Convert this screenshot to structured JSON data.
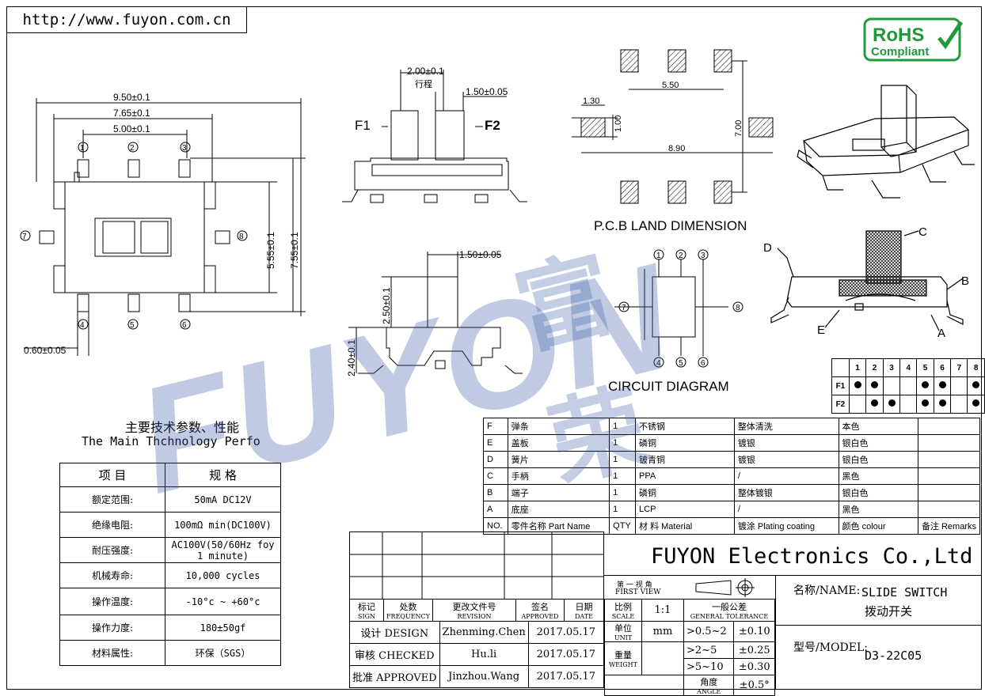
{
  "header": {
    "url": "http://www.fuyon.com.cn"
  },
  "watermark": {
    "text": "FUYON",
    "cn": "富荣",
    "color": "#3d5ea8"
  },
  "rohs": {
    "line1": "RoHS",
    "line2": "Compliant",
    "color": "#1f9a3a"
  },
  "front_view": {
    "dims": [
      "9.50±0.1",
      "7.65±0.1",
      "5.00±0.1",
      "5.55±0.1",
      "7.55±0.1",
      "0.60±0.05"
    ],
    "pins_top": [
      "1",
      "2",
      "3"
    ],
    "pins_bottom": [
      "4",
      "5",
      "6"
    ],
    "pin_left": "7",
    "pin_right": "8"
  },
  "side_view": {
    "dims": [
      "2.00±0.1",
      "行程",
      "1.50±0.05",
      "F1",
      "F2"
    ]
  },
  "end_view": {
    "dims": [
      "1.50±0.05",
      "2.50±0.1",
      "2.40±0.1"
    ]
  },
  "pcb": {
    "dims": [
      "5.50",
      "1.30",
      "1.00",
      "7.00",
      "8.90"
    ],
    "label": "P.C.B LAND DIMENSION"
  },
  "circuit": {
    "label": "CIRCUIT DIAGRAM",
    "pins_top": [
      "1",
      "2",
      "3"
    ],
    "pins_bottom": [
      "4",
      "5",
      "6"
    ],
    "pin_left": "7",
    "pin_right": "8"
  },
  "iso": {
    "labels": [
      "D",
      "C",
      "B",
      "E",
      "A"
    ]
  },
  "function_table": {
    "cols": [
      "1",
      "2",
      "3",
      "4",
      "5",
      "6",
      "7",
      "8"
    ],
    "rows": [
      {
        "label": "F1",
        "dots": [
          1,
          1,
          0,
          0,
          1,
          1,
          0,
          1
        ]
      },
      {
        "label": "F2",
        "dots": [
          0,
          1,
          1,
          0,
          1,
          1,
          0,
          1
        ]
      }
    ]
  },
  "spec": {
    "title_cn": "主要技术参数、性能",
    "title_en": "The Main Thchnology Perfo",
    "head": [
      "项    目",
      "规    格"
    ],
    "rows": [
      [
        "额定范围:",
        "50mA DC12V"
      ],
      [
        "绝缘电阻:",
        "100mΩ min(DC100V)"
      ],
      [
        "耐压强度:",
        "AC100V(50/60Hz foy 1 minute)"
      ],
      [
        "机械寿命:",
        "10,000 cycles"
      ],
      [
        "操作温度:",
        "-10°c ~ +60°c"
      ],
      [
        "操作力度:",
        "180±50gf"
      ],
      [
        "材料属性:",
        "环保（SGS）"
      ]
    ]
  },
  "bom": {
    "rows": [
      [
        "F",
        "弹条",
        "1",
        "不锈钢",
        "整体清洗",
        "本色",
        ""
      ],
      [
        "E",
        "盖板",
        "1",
        "磷铜",
        "镀银",
        "银白色",
        ""
      ],
      [
        "D",
        "簧片",
        "1",
        "铍青铜",
        "镀银",
        "银白色",
        ""
      ],
      [
        "C",
        "手柄",
        "1",
        "PPA",
        "/",
        "黑色",
        ""
      ],
      [
        "B",
        "端子",
        "1",
        "磷铜",
        "整体镀银",
        "银白色",
        ""
      ],
      [
        "A",
        "底座",
        "1",
        "LCP",
        "/",
        "黑色",
        ""
      ]
    ],
    "head": [
      "NO.",
      "零件名称 Part Name",
      "QTY",
      "材  料  Material",
      "镀涂  Plating coating",
      "颜色  colour",
      "备注  Remarks"
    ]
  },
  "title_block": {
    "company": "FUYON Electronics Co.,Ltd",
    "first_view_cn": "第 一 视 角",
    "first_view_en": "FIRST VIEW",
    "rev_head": [
      [
        "标记",
        "SIGN"
      ],
      [
        "处数",
        "FREQUENCY"
      ],
      [
        "更改文件号",
        "REVISION"
      ],
      [
        "签名",
        "APPROVED"
      ],
      [
        "日期",
        "DATE"
      ]
    ],
    "scale_head": [
      "比例",
      "SCALE"
    ],
    "scale": "1:1",
    "tol_head": [
      "一般公差",
      "GENERAL TOLERANCE"
    ],
    "unit_head": [
      "单位",
      "UNIT"
    ],
    "unit": "mm",
    "weight_head": [
      "重量",
      "WEIGHT"
    ],
    "angle_head": [
      "角度",
      "ANGLE"
    ],
    "tolerances": [
      [
        "0.5~2",
        "±0.10"
      ],
      [
        "2~5",
        "±0.25"
      ],
      [
        "5~10",
        "±0.30"
      ],
      [
        "",
        "±0.5°"
      ]
    ],
    "sign_rows": [
      [
        "设计 DESIGN",
        "Zhenming.Chen",
        "2017.05.17"
      ],
      [
        "审核 CHECKED",
        "Hu.li",
        "2017.05.17"
      ],
      [
        "批准 APPROVED",
        "Jinzhou.Wang",
        "2017.05.17"
      ]
    ],
    "name_label": "名称/NAME:",
    "name_en": "SLIDE SWITCH",
    "name_cn": "拨动开关",
    "model_label": "型号/MODEL:",
    "model": "D3-22C05"
  }
}
